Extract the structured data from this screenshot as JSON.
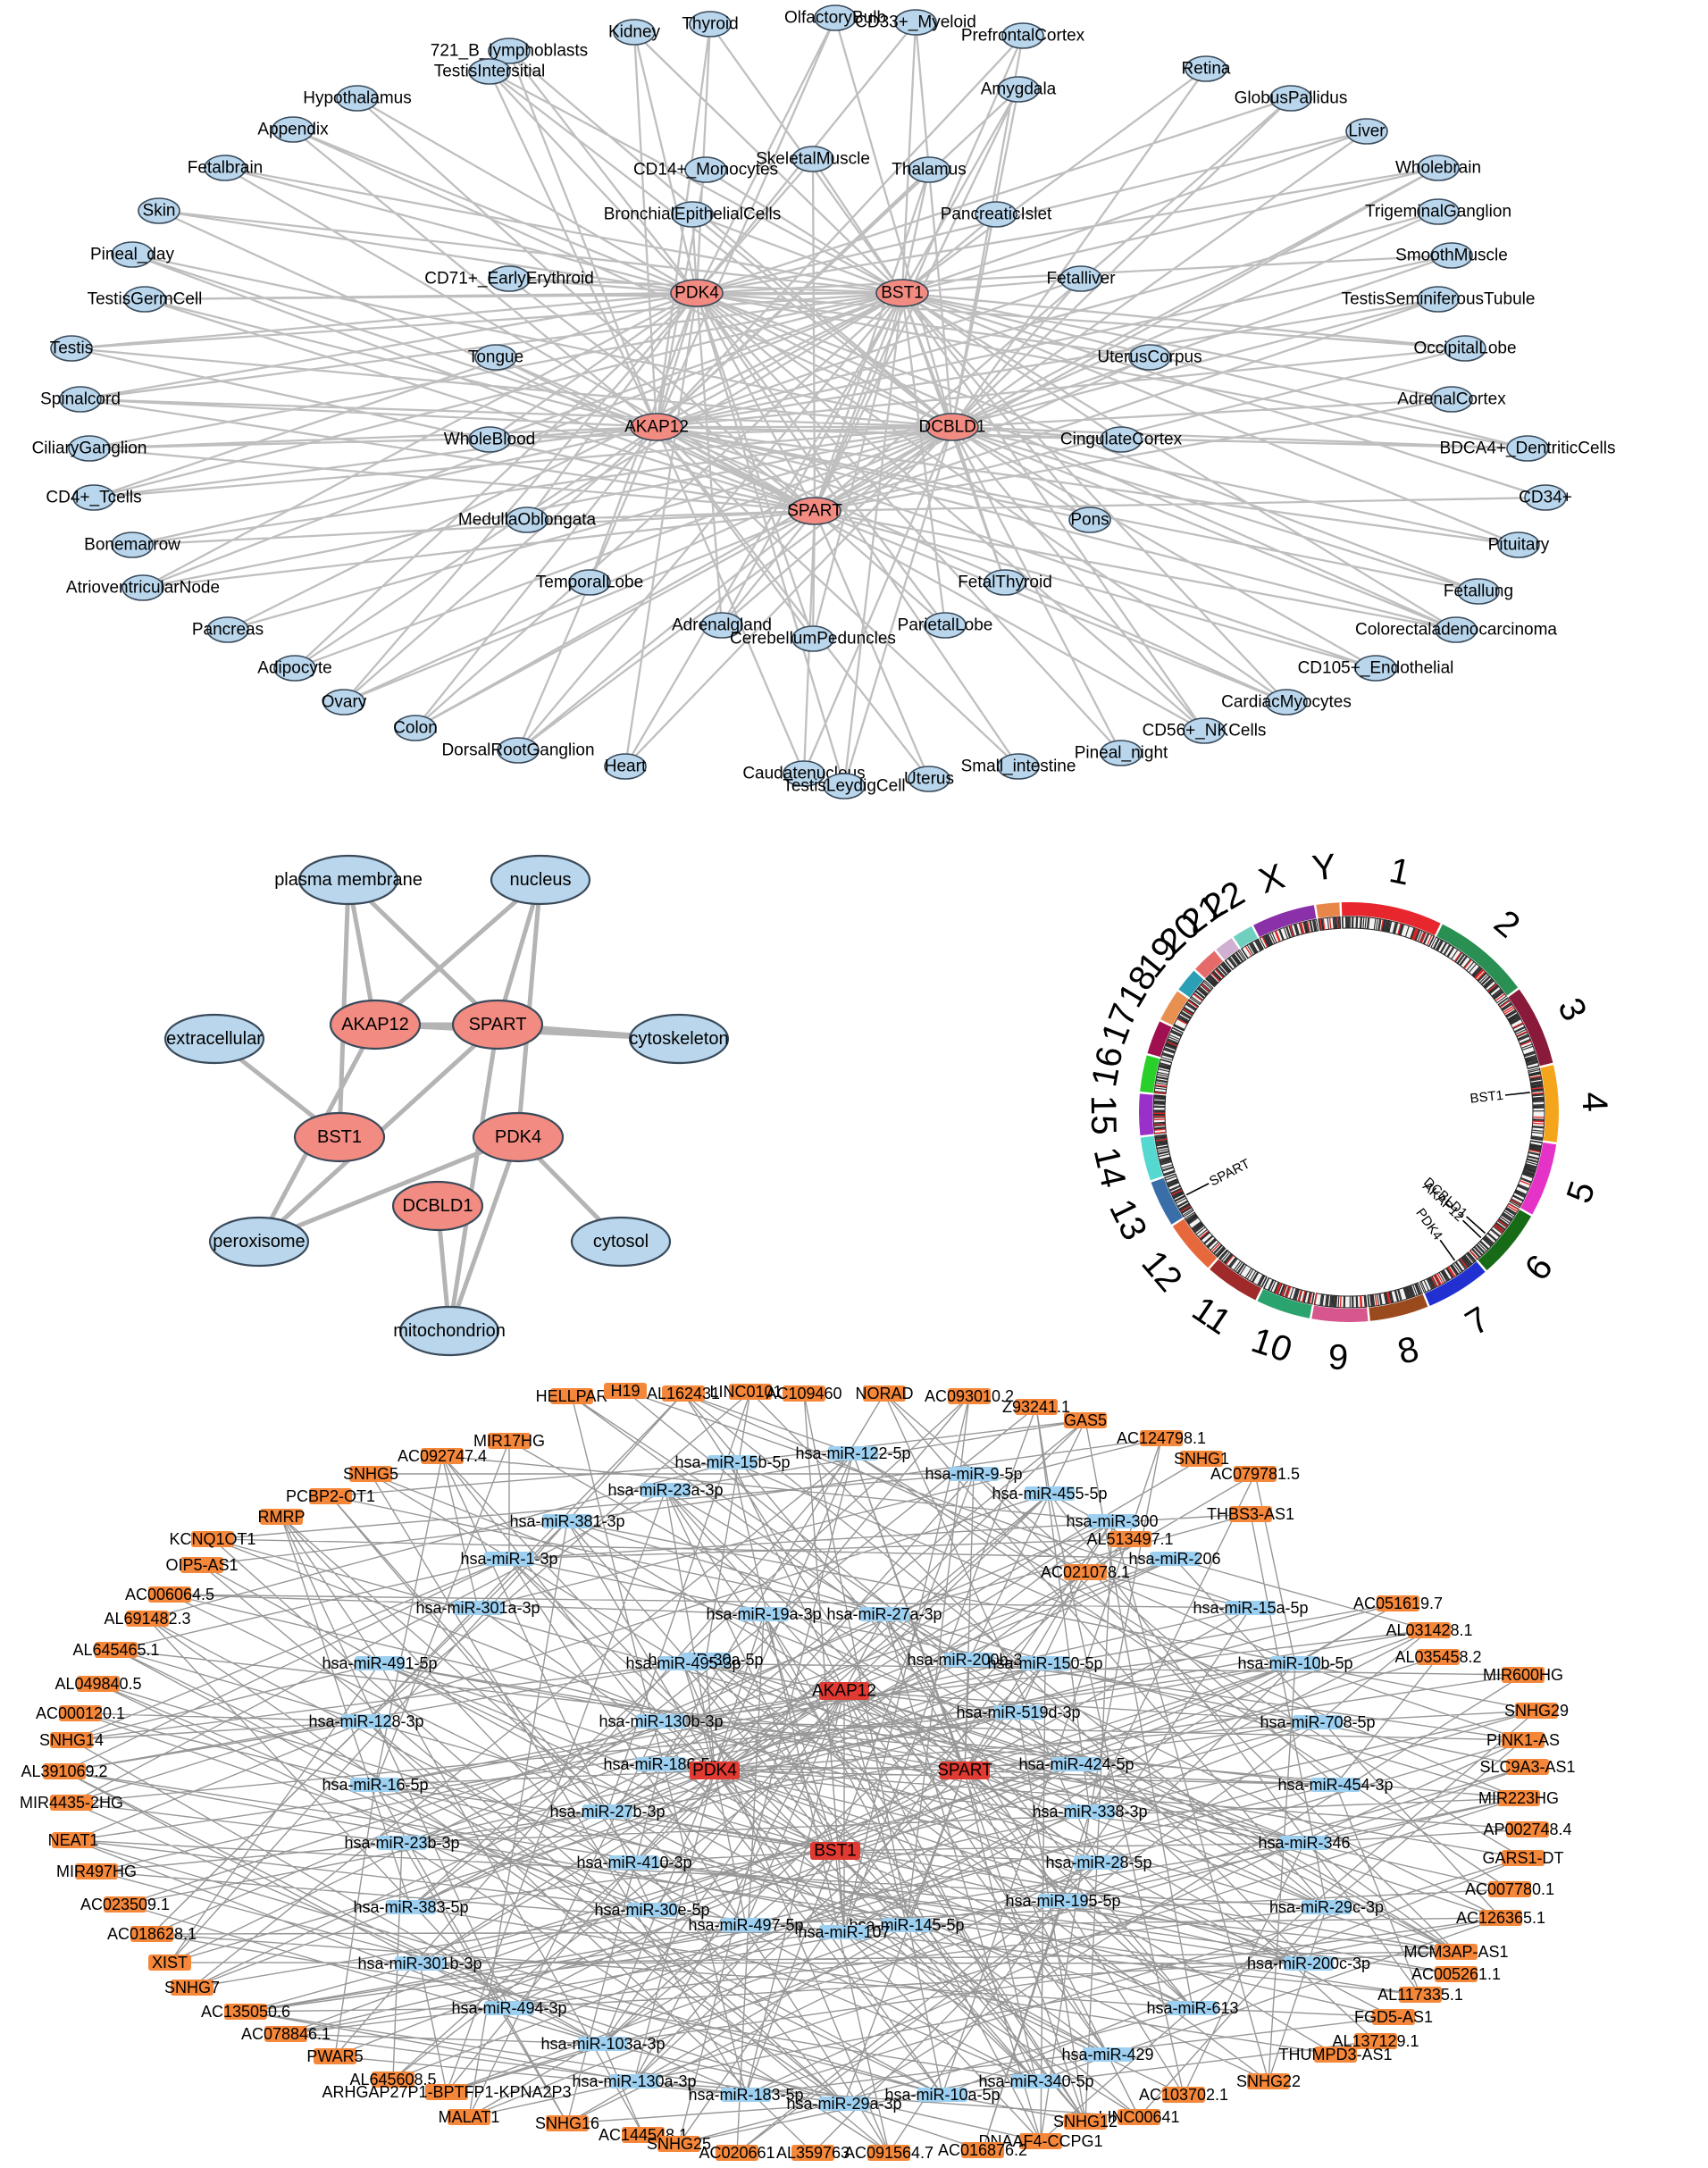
{
  "colors": {
    "tissue_fill": "#b9d6ec",
    "gene_fill": "#f28b82",
    "node_stroke": "#3a4a5a",
    "edge": "#b4b4b4",
    "mirna_fill": "#9ccff0",
    "lncrna_fill": "#f5873a",
    "hub_fill": "#e03a32"
  },
  "panel_a": {
    "genes": [
      "PDK4",
      "BST1",
      "AKAP12",
      "DCBLD1",
      "SPART"
    ],
    "tissues": [
      "Kidney",
      "Thyroid",
      "OlfactoryBulb",
      "CD33+_Myeloid",
      "PrefrontalCortex",
      "721_B_lymphoblasts",
      "TestisIntersitial",
      "Amygdala",
      "Retina",
      "GlobusPallidus",
      "Hypothalamus",
      "Liver",
      "Appendix",
      "Wholebrain",
      "Fetalbrain",
      "SkeletalMuscle",
      "CD14+_Monocytes",
      "Thalamus",
      "TrigeminalGanglion",
      "Skin",
      "BronchialEpithelialCells",
      "PancreaticIslet",
      "SmoothMuscle",
      "Pineal_day",
      "TestisGermCell",
      "CD71+_EarlyErythroid",
      "Fetalliver",
      "TestisSeminiferousTubule",
      "Testis",
      "Tongue",
      "UterusCorpus",
      "OccipitalLobe",
      "Spinalcord",
      "AdrenalCortex",
      "CiliaryGanglion",
      "WholeBlood",
      "CingulateCortex",
      "BDCA4+_DentriticCells",
      "CD4+_Tcells",
      "CD34+",
      "MedullaOblongata",
      "Pons",
      "Bonemarrow",
      "Pituitary",
      "AtrioventricularNode",
      "TemporalLobe",
      "FetalThyroid",
      "Fetallung",
      "Pancreas",
      "Adrenalgland",
      "ParietalLobe",
      "CerebellumPeduncles",
      "Colorectaladenocarcinoma",
      "Adipocyte",
      "CD105+_Endothelial",
      "Ovary",
      "CardiacMyocytes",
      "Colon",
      "CD56+_NKCells",
      "DorsalRootGanglion",
      "Pineal_night",
      "Heart",
      "Small_intestine",
      "Caudatenucleus",
      "Uterus",
      "TestisLeydigCell"
    ]
  },
  "panel_b": {
    "genes": [
      "AKAP12",
      "SPART",
      "BST1",
      "PDK4",
      "DCBLD1"
    ],
    "locations": [
      "plasma membrane",
      "nucleus",
      "extracellular",
      "cytoskeleton",
      "peroxisome",
      "cytosol",
      "mitochondrion"
    ]
  },
  "panel_c": {
    "chromosomes": [
      "1",
      "2",
      "3",
      "4",
      "5",
      "6",
      "7",
      "8",
      "9",
      "10",
      "11",
      "12",
      "13",
      "14",
      "15",
      "16",
      "17",
      "18",
      "19",
      "20",
      "21",
      "22",
      "X",
      "Y"
    ],
    "gene_marks": [
      "BST1",
      "SPART",
      "DCBLD1",
      "AKAP12",
      "PDK4"
    ]
  },
  "panel_d": {
    "hub_genes": [
      "AKAP12",
      "PDK4",
      "SPART",
      "BST1"
    ],
    "mirnas": [
      "hsa-miR-15b-5p",
      "hsa-miR-122-5p",
      "hsa-miR-9-5p",
      "hsa-miR-23a-3p",
      "hsa-miR-455-5p",
      "hsa-miR-381-3p",
      "hsa-miR-300",
      "hsa-miR-1-3p",
      "hsa-miR-206",
      "hsa-miR-301a-3p",
      "hsa-miR-15a-5p",
      "hsa-miR-19a-3p",
      "hsa-miR-27a-3p",
      "hsa-miR-30a-5p",
      "hsa-miR-200b-3p",
      "hsa-miR-491-5p",
      "hsa-miR-495-3p",
      "hsa-miR-150-5p",
      "hsa-miR-10b-5p",
      "hsa-miR-128-3p",
      "hsa-miR-130b-3p",
      "hsa-miR-519d-3p",
      "hsa-miR-708-5p",
      "hsa-miR-186-5p",
      "hsa-miR-424-5p",
      "hsa-miR-16-5p",
      "hsa-miR-454-3p",
      "hsa-miR-27b-3p",
      "hsa-miR-338-3p",
      "hsa-miR-23b-3p",
      "hsa-miR-346",
      "hsa-miR-410-3p",
      "hsa-miR-28-5p",
      "hsa-miR-195-5p",
      "hsa-miR-30e-5p",
      "hsa-miR-383-5p",
      "hsa-miR-29c-3p",
      "hsa-miR-497-5p",
      "hsa-miR-145-5p",
      "hsa-miR-107",
      "hsa-miR-301b-3p",
      "hsa-miR-200c-3p",
      "hsa-miR-494-3p",
      "hsa-miR-613",
      "hsa-miR-103a-3p",
      "hsa-miR-429",
      "hsa-miR-130a-3p",
      "hsa-miR-340-5p",
      "hsa-miR-183-5p",
      "hsa-miR-10a-5p",
      "hsa-miR-29a-3p"
    ],
    "lncrnas": [
      "HELLPAR",
      "H19",
      "AL162431",
      "LINC01018",
      "AC109460",
      "NORAD",
      "AC093010.2",
      "Z93241.1",
      "GAS5",
      "MIR17HG",
      "AC092747.4",
      "AC124798.1",
      "SNHG5",
      "SNHG1",
      "PCBP2-OT1",
      "AC079781.5",
      "RMRP",
      "THBS3-AS1",
      "KCNQ1OT1",
      "AL513497.1",
      "AC021078.1",
      "OIP5-AS1",
      "AC051619.7",
      "AC006064.5",
      "AL031428.1",
      "AL691482.3",
      "AL035458.2",
      "AL645465.1",
      "MIR600HG",
      "AL049840.5",
      "SNHG29",
      "AC000120.1",
      "PINK1-AS",
      "SNHG14",
      "SLC9A3-AS1",
      "AL391069.2",
      "MIR223HG",
      "MIR4435-2HG",
      "AP002748.4",
      "NEAT1",
      "GARS1-DT",
      "MIR497HG",
      "AC007780.1",
      "AC023509.1",
      "AC126365.1",
      "AC018628.1",
      "MCM3AP-AS1",
      "XIST",
      "AC005261.1",
      "SNHG7",
      "AL117335.1",
      "AC135050.6",
      "FGD5-AS1",
      "AC078846.1",
      "AL137129.1",
      "PWAR5",
      "THUMPD3-AS1",
      "AL645608.5",
      "SNHG22",
      "ARHGAP27P1-BPTFP1-KPNA2P3",
      "AC103702.1",
      "MALAT1",
      "LINC00641",
      "SNHG16",
      "SNHG12",
      "AC144548.1",
      "DNAAF4-CCPG1",
      "SNHG25",
      "AC020661",
      "AL359763",
      "AC091564.7",
      "AC016876.2"
    ]
  }
}
